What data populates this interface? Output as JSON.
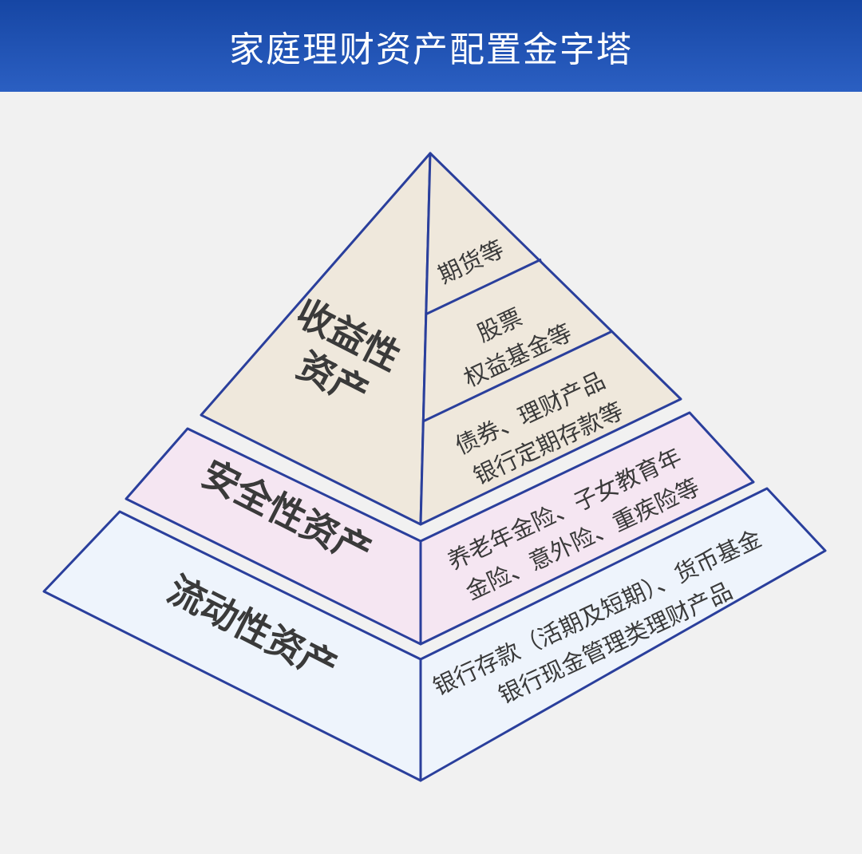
{
  "title": "家庭理财资产配置金字塔",
  "colors": {
    "header_top": "#1646a4",
    "header_bottom": "#2b5fc2",
    "outline": "#2a3f9c",
    "top_tier_fill": "#efe8dc",
    "middle_tier_fill": "#f5e6f2",
    "bottom_tier_fill": "#eef4fc",
    "background": "#f1f1f1"
  },
  "tiers": [
    {
      "name_lines": [
        "收益性",
        "资产"
      ],
      "products": [
        {
          "lines": [
            "期货等"
          ]
        },
        {
          "lines": [
            "股票",
            "权益基金等"
          ]
        },
        {
          "lines": [
            "债券、理财产品",
            "银行定期存款等"
          ]
        }
      ]
    },
    {
      "name_lines": [
        "安全性资产"
      ],
      "products": [
        {
          "lines": [
            "养老年金险、子女教育年",
            "金险、意外险、重疾险等"
          ]
        }
      ]
    },
    {
      "name_lines": [
        "流动性资产"
      ],
      "products": [
        {
          "lines": [
            "银行存款（活期及短期）、货币基金",
            "银行现金管理类理财产品"
          ]
        }
      ]
    }
  ]
}
